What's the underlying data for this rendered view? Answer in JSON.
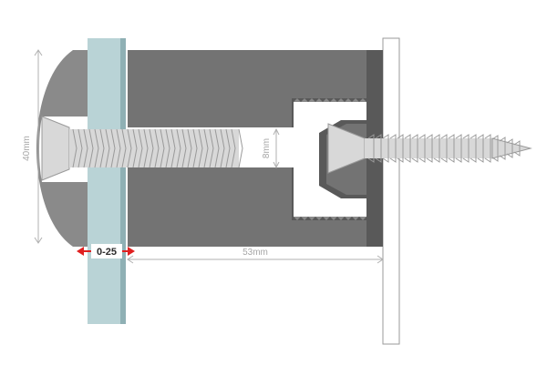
{
  "dimensions": {
    "height_label": "40mm",
    "length_label": "53mm",
    "bolt_diameter_label": "8mm",
    "glass_gap_label": "0-25"
  },
  "colors": {
    "standoff_body": "#737373",
    "standoff_inner": "#595959",
    "cap": "#8a8a8a",
    "glass": "#b9d3d6",
    "glass_edge": "#8fb0b4",
    "screw": "#d0d0d0",
    "screw_outline": "#9a9a9a",
    "dimension_line": "#b0b0b0",
    "gap_arrow": "#e02020",
    "wall": "#ffffff",
    "wall_outline": "#9a9a9a"
  }
}
